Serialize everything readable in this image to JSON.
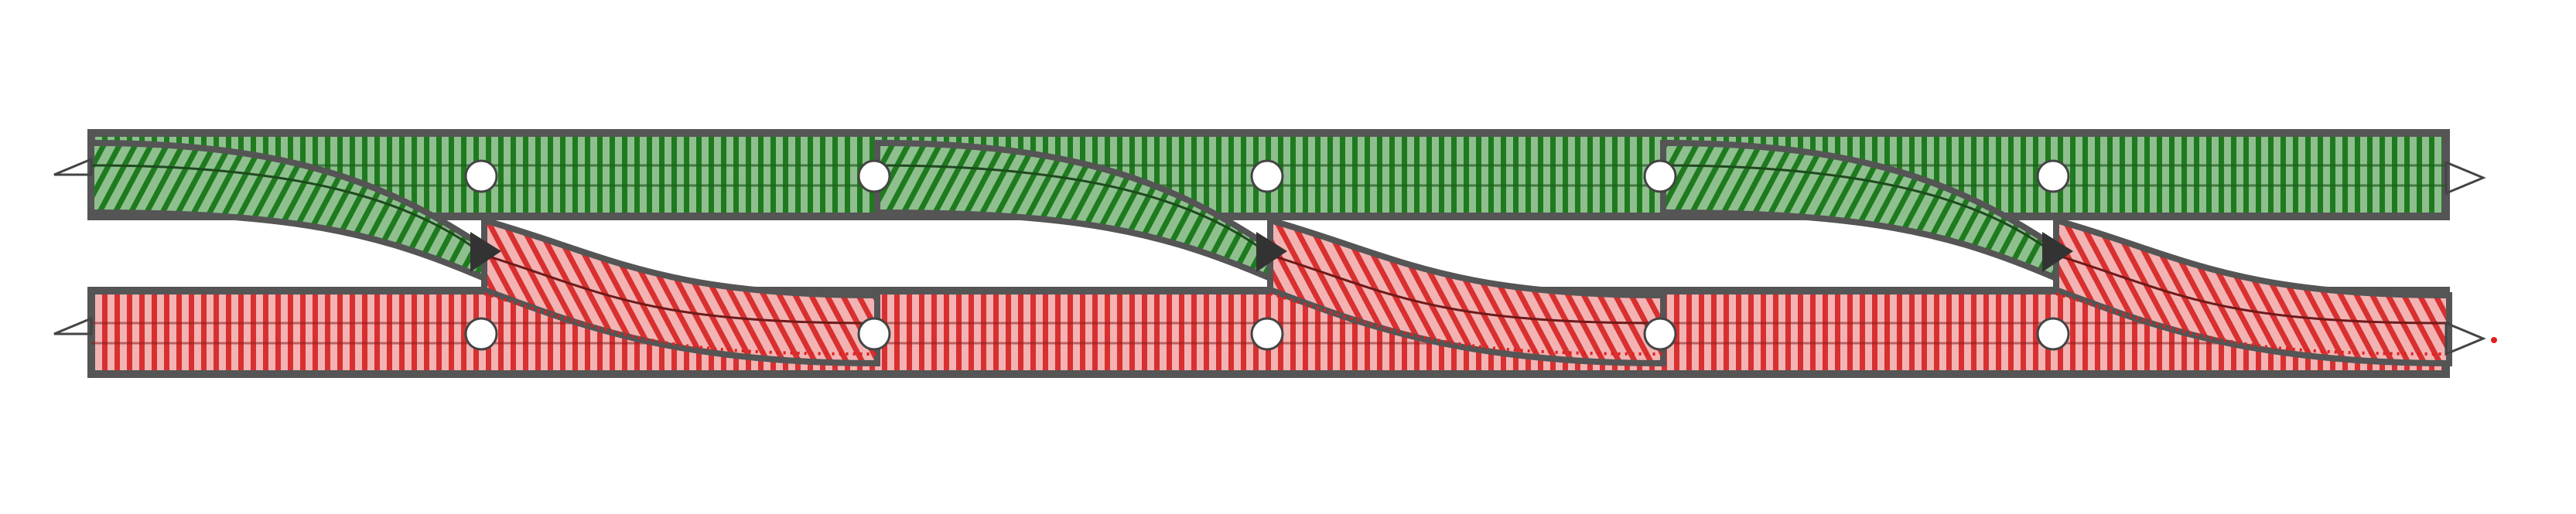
{
  "diagram": {
    "type": "track-layout",
    "tracks": [
      {
        "id": "upper",
        "state": "through",
        "color": "#2e8b2e"
      },
      {
        "id": "lower",
        "state": "diverging",
        "color": "#e04848"
      }
    ],
    "crossovers": 3,
    "connection_markers_per_track": 5,
    "colors": {
      "green_fill": "#90c090",
      "green_tie": "#1f7a1f",
      "red_fill": "#f2b0b0",
      "red_tie": "#d83030",
      "track_border": "#555555",
      "background": "#ffffff"
    }
  }
}
